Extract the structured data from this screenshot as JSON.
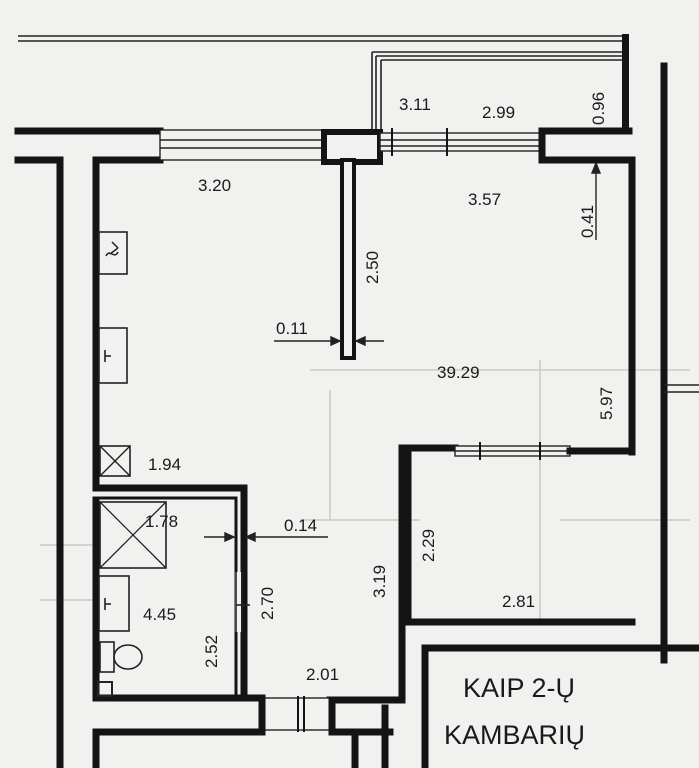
{
  "dimensions": {
    "balcony_left_width": "3.11",
    "balcony_right_width": "2.99",
    "balcony_depth": "0.96",
    "top_wall_length": "3.20",
    "room_width_right": "3.57",
    "wall_offset": "0.41",
    "partition_length": "2.50",
    "partition_thickness": "0.11",
    "main_area": "39.29",
    "right_wall_length": "5.97",
    "entry_area": "1.94",
    "shower_area": "1.78",
    "bath_wall_thickness": "0.14",
    "bath_wall_height": "2.70",
    "corridor_length": "3.19",
    "bedroom_depth": "2.29",
    "bathroom_area": "4.45",
    "bathroom_width": "2.52",
    "bedroom_width": "2.81",
    "entrance_width": "2.01"
  },
  "caption": {
    "line1": "KAIP 2-Ų",
    "line2": "KAMBARIŲ"
  }
}
